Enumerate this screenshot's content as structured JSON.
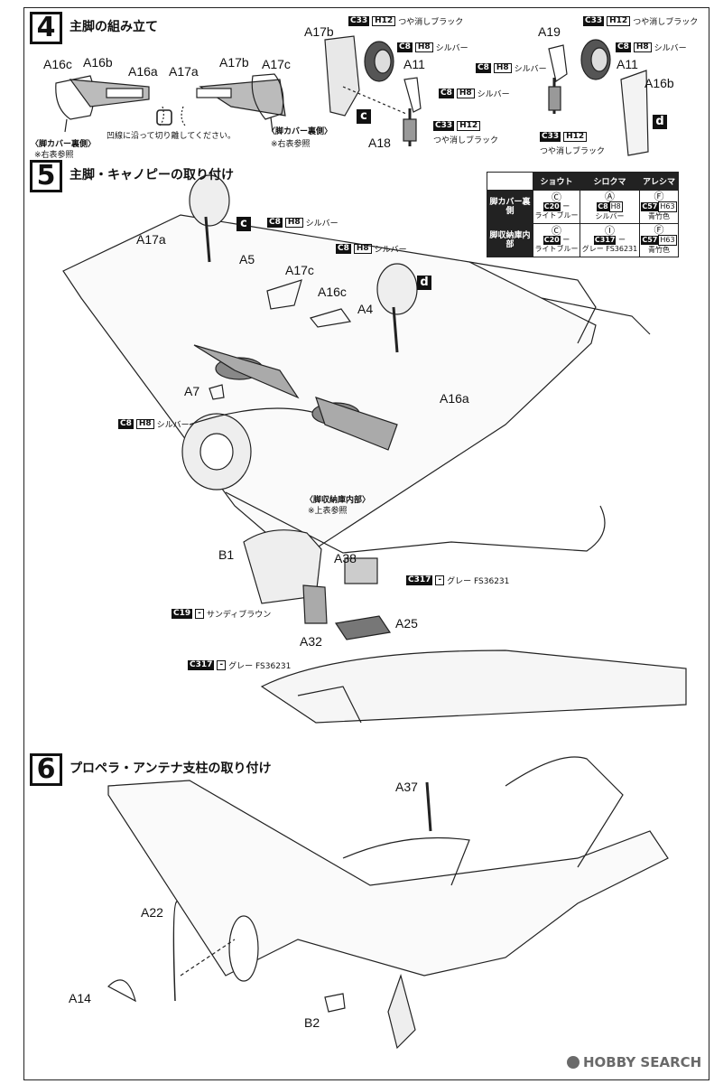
{
  "steps": {
    "s4": {
      "number": "4",
      "title": "主脚の組み立て"
    },
    "s5": {
      "number": "5",
      "title": "主脚・キャノピーの取り付け"
    },
    "s6": {
      "number": "6",
      "title": "プロペラ・アンテナ支柱の取り付け"
    }
  },
  "step4": {
    "parts": [
      "A16c",
      "A16b",
      "A16a",
      "A17a",
      "A17b",
      "A17c"
    ],
    "cut_note": "凹線に沿って切り離してください。",
    "left_note": "〈脚カバー裏側〉",
    "left_ref": "※右表参照",
    "right_note": "〈脚カバー裏側〉",
    "right_ref": "※右表参照",
    "sub_c": {
      "label": "c",
      "parts": [
        "A17b",
        "A11",
        "A18"
      ],
      "tag1": {
        "code": "C33",
        "paint": "H12",
        "name": "つや消しブラック"
      },
      "tag2": {
        "code": "C8",
        "paint": "H8",
        "name": "シルバー"
      },
      "tag3": {
        "code": "C8",
        "paint": "H8",
        "name": "シルバー"
      },
      "tag4": {
        "code": "C33",
        "paint": "H12",
        "name": "つや消しブラック"
      }
    },
    "sub_d": {
      "label": "d",
      "parts": [
        "A19",
        "A11",
        "A16b"
      ],
      "tag1": {
        "code": "C33",
        "paint": "H12",
        "name": "つや消しブラック"
      },
      "tag2": {
        "code": "C8",
        "paint": "H8",
        "name": "シルバー"
      },
      "tag3": {
        "code": "C8",
        "paint": "H8",
        "name": "シルバー"
      },
      "tag4": {
        "code": "C33",
        "paint": "H12",
        "name": "つや消しブラック"
      }
    }
  },
  "color_table": {
    "headers": [
      "ショウト",
      "シロクマ",
      "アレシマ"
    ],
    "rows": [
      {
        "label": "脚カバー裏側",
        "cells": [
          {
            "mark": "Ⓒ",
            "code": "C20",
            "paint": "ー",
            "name": "ライトブルー"
          },
          {
            "mark": "Ⓐ",
            "code": "C8",
            "paint": "H8",
            "name": "シルバー"
          },
          {
            "mark": "Ⓕ",
            "code": "C57",
            "paint": "H63",
            "name": "青竹色"
          }
        ]
      },
      {
        "label": "脚収納庫内部",
        "cells": [
          {
            "mark": "Ⓒ",
            "code": "C20",
            "paint": "ー",
            "name": "ライトブルー"
          },
          {
            "mark": "Ⓘ",
            "code": "C317",
            "paint": "ー",
            "name": "グレー FS36231"
          },
          {
            "mark": "Ⓕ",
            "code": "C57",
            "paint": "H63",
            "name": "青竹色"
          }
        ]
      }
    ]
  },
  "step5": {
    "parts": [
      "A17a",
      "A5",
      "A17c",
      "A16c",
      "A4",
      "A7",
      "A16a",
      "B1",
      "A38",
      "A32",
      "A25"
    ],
    "sub_c": "c",
    "sub_d": "d",
    "tag_a5": {
      "code": "C8",
      "paint": "H8",
      "name": "シルバー"
    },
    "tag_a4": {
      "code": "C8",
      "paint": "H8",
      "name": "シルバー"
    },
    "tag_a7": {
      "code": "C8",
      "paint": "H8",
      "name": "シルバー"
    },
    "bay_note": "〈脚収納庫内部〉",
    "bay_ref": "※上表参照",
    "tag_a38": {
      "code": "C317",
      "paint": "-",
      "name": "グレー FS36231"
    },
    "tag_c19": {
      "code": "C19",
      "paint": "-",
      "name": "サンディブラウン"
    },
    "tag_a32": {
      "code": "C317",
      "paint": "-",
      "name": "グレー FS36231"
    }
  },
  "step6": {
    "parts": [
      "A37",
      "A22",
      "A14",
      "B2"
    ]
  },
  "watermark": "HOBBY SEARCH"
}
